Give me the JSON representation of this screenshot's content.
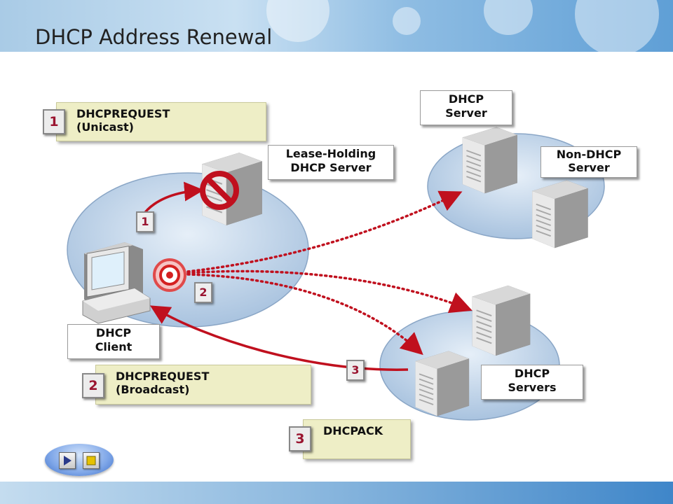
{
  "title": "DHCP Address Renewal",
  "steps": [
    {
      "number": "1",
      "line1": "DHCPREQUEST",
      "line2": "(Unicast)"
    },
    {
      "number": "2",
      "line1": "DHCPREQUEST",
      "line2": "(Broadcast)"
    },
    {
      "number": "3",
      "line1": "DHCPACK",
      "line2": ""
    }
  ],
  "labels": {
    "lease_holding": [
      "Lease-Holding",
      "DHCP Server"
    ],
    "dhcp_server": [
      "DHCP",
      "Server"
    ],
    "non_dhcp": [
      "Non-DHCP",
      "Server"
    ],
    "dhcp_client": [
      "DHCP",
      "Client"
    ],
    "dhcp_servers": [
      "DHCP",
      "Servers"
    ]
  },
  "arrow_tags": {
    "unicast": "1",
    "broadcast": "2",
    "ack": "3"
  },
  "icons": [
    "prohibited-icon",
    "broadcast-target-icon",
    "server-icon",
    "computer-icon",
    "play-icon",
    "stop-icon"
  ],
  "colors": {
    "arrow": "#c0101e",
    "callout_bg": "#eeeec6",
    "number": "#9a1530",
    "network_disc": "#b4cce5"
  }
}
